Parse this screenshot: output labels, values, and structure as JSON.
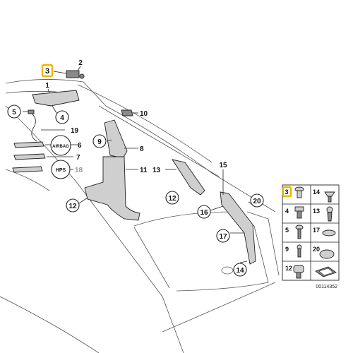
{
  "callouts": {
    "c1": "1",
    "c2": "2",
    "c3": "3",
    "c4": "4",
    "c5": "5",
    "c6": "6",
    "c7": "7",
    "c8": "8",
    "c9": "9",
    "c10": "10",
    "c11": "11",
    "c12a": "12",
    "c12b": "12",
    "c13": "13",
    "c14": "14",
    "c15": "15",
    "c16": "16",
    "c17": "17",
    "c18": "18",
    "c19": "19",
    "c20": "20"
  },
  "badges": {
    "airbag": "AIRBAG",
    "hps": "HPS"
  },
  "legend": {
    "cells": [
      "3",
      "14",
      "4",
      "13",
      "5",
      "17",
      "9",
      "20",
      "12",
      ""
    ]
  },
  "diagram_code": "00114352",
  "colors": {
    "highlight": "#f2b400",
    "part_fill": "#cfcfcf",
    "gray_label": "#9a9a9a"
  }
}
